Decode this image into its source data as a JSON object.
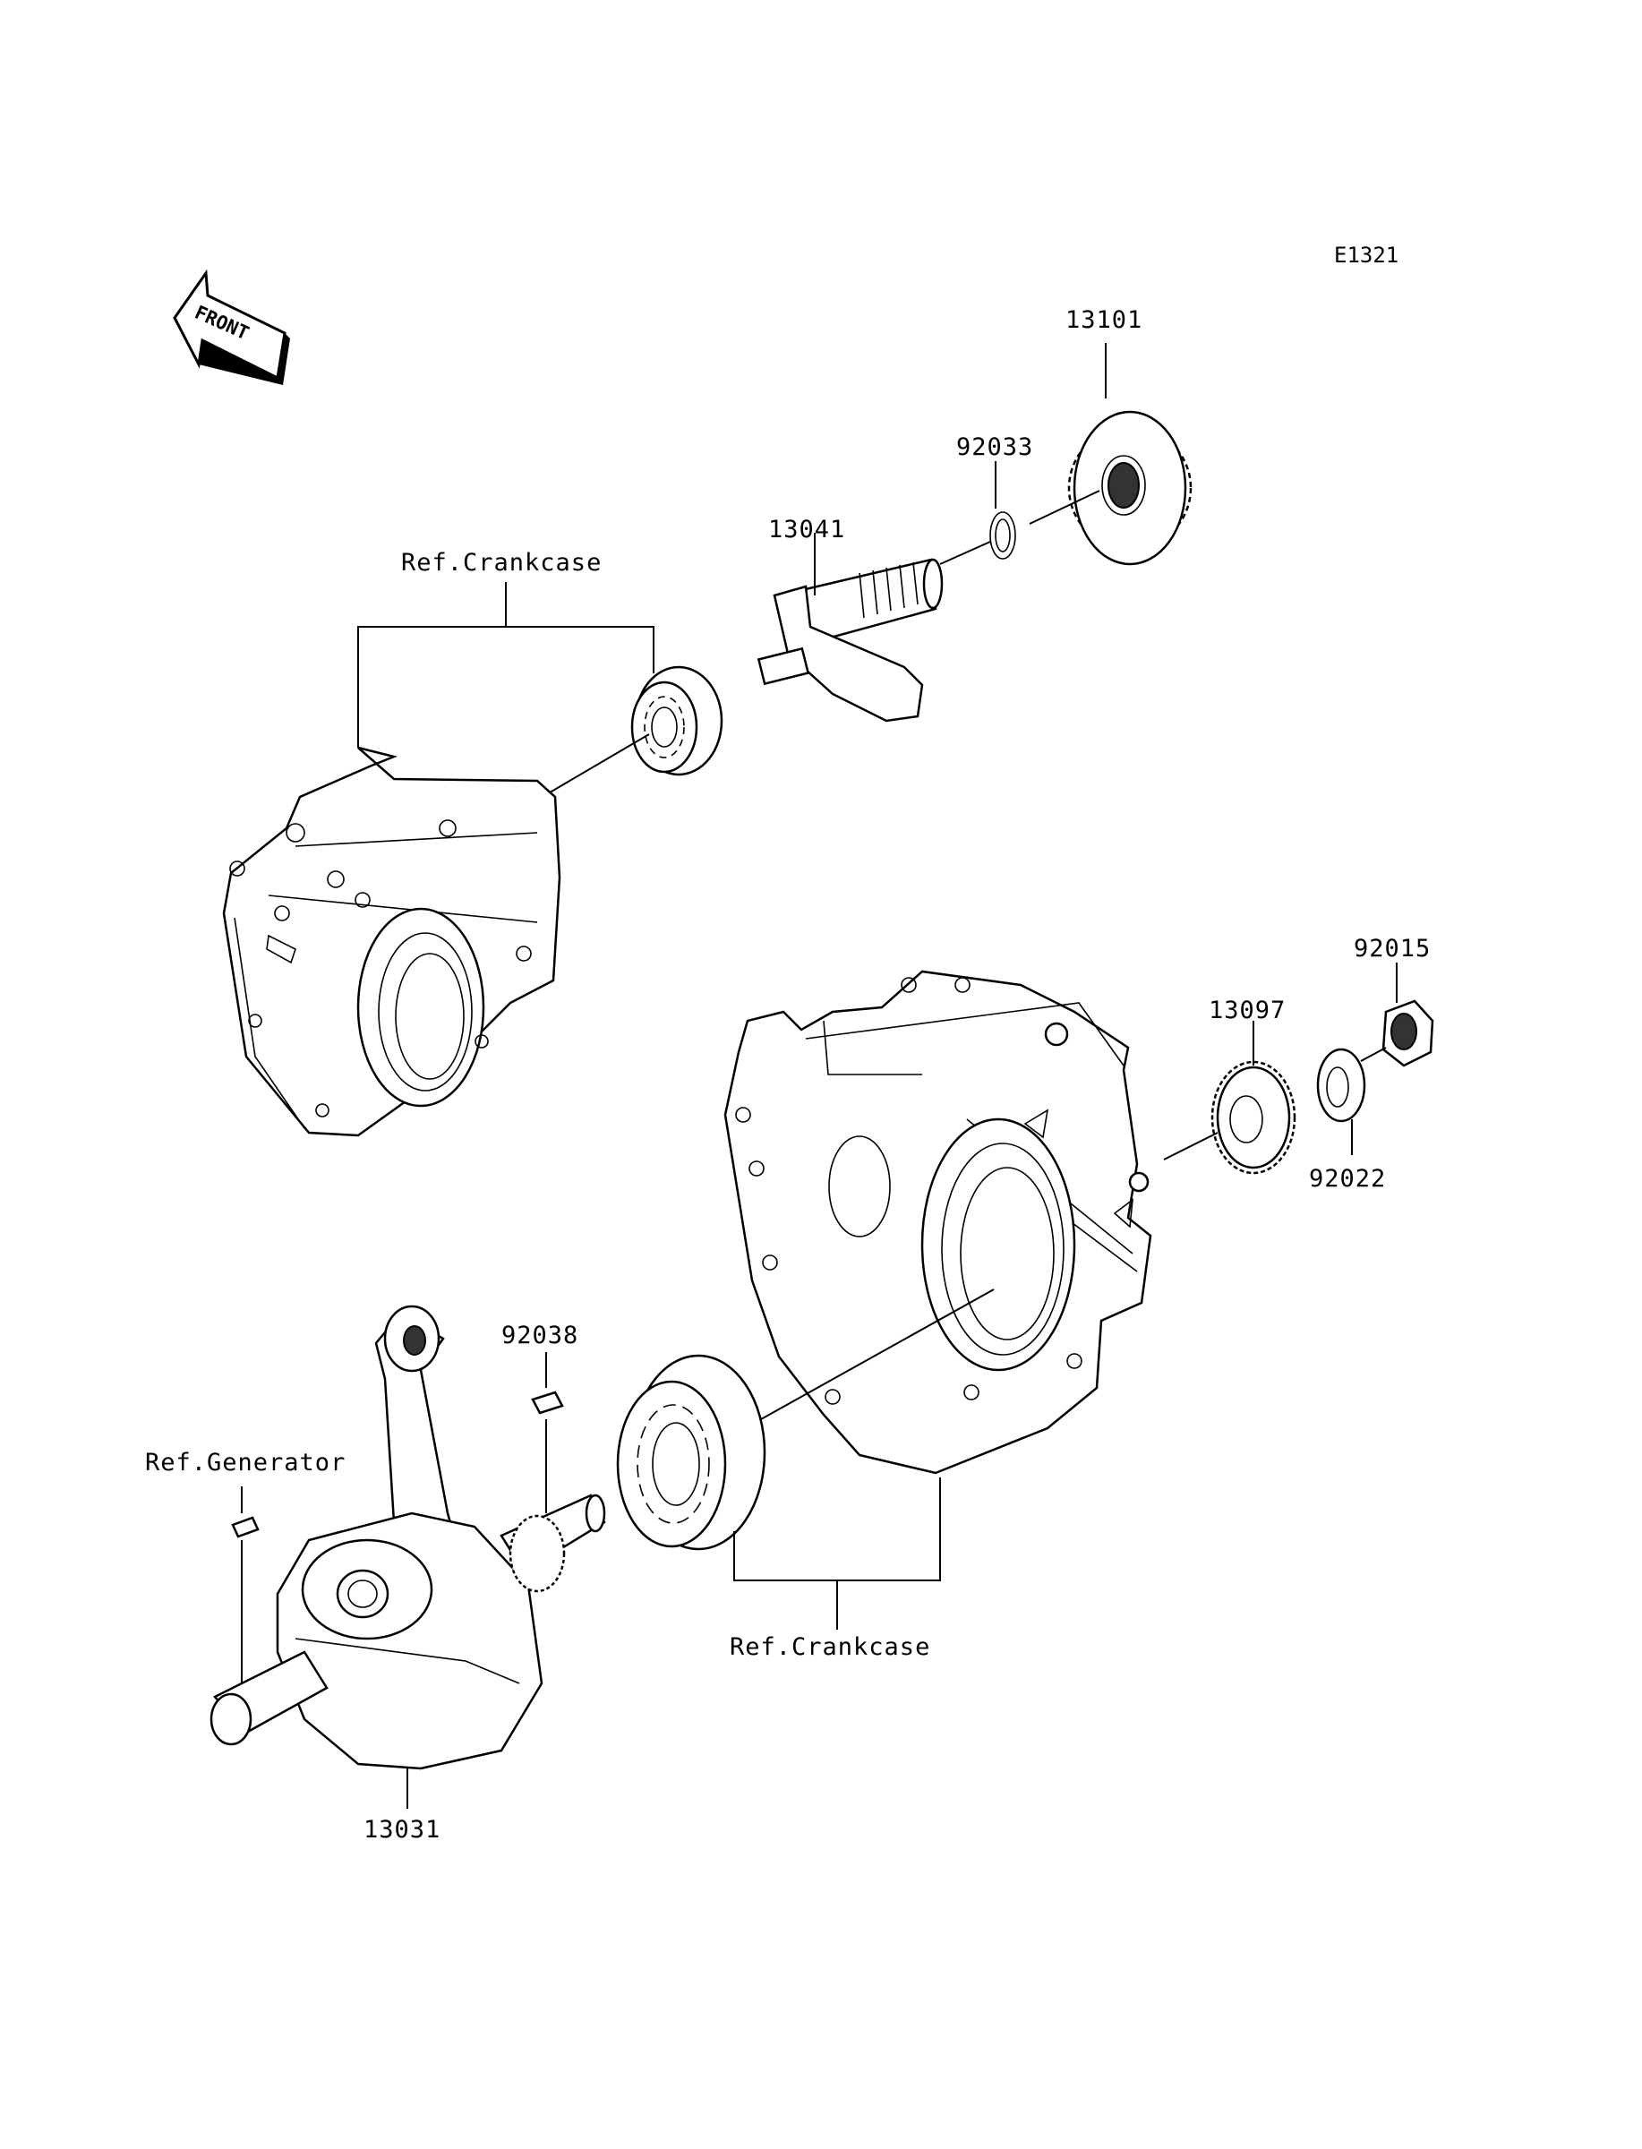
{
  "diagram_code": "E1321",
  "front_label": "FRONT",
  "refs": {
    "crankcase_upper": "Ref.Crankcase",
    "crankcase_lower": "Ref.Crankcase",
    "generator": "Ref.Generator"
  },
  "parts": [
    {
      "id": "p13101",
      "number": "13101"
    },
    {
      "id": "p92033",
      "number": "92033"
    },
    {
      "id": "p13041",
      "number": "13041"
    },
    {
      "id": "p92015",
      "number": "92015"
    },
    {
      "id": "p13097",
      "number": "13097"
    },
    {
      "id": "p92022",
      "number": "92022"
    },
    {
      "id": "p92038",
      "number": "92038"
    },
    {
      "id": "p13031",
      "number": "13031"
    }
  ]
}
